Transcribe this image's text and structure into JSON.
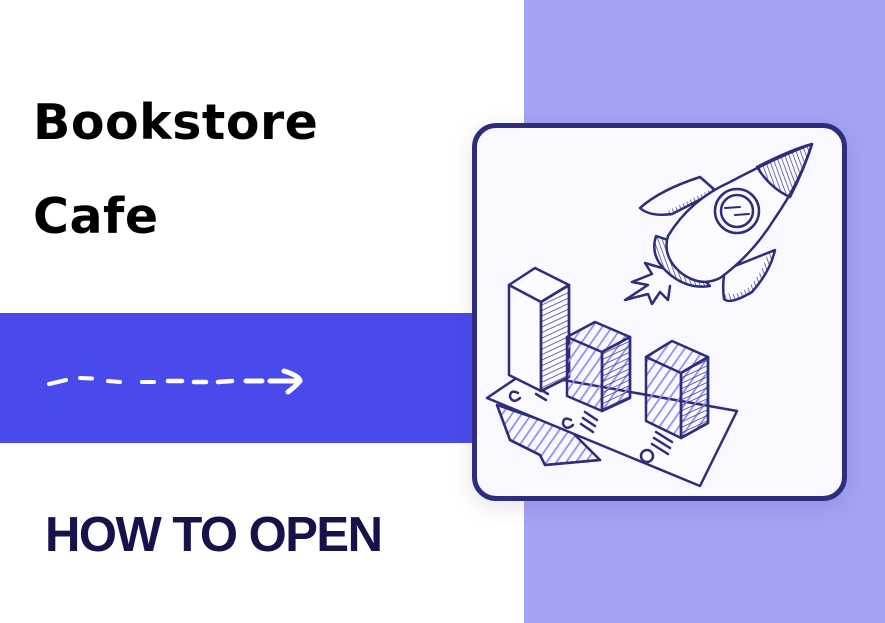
{
  "heading": {
    "line1": "Bookstore",
    "line2": "Cafe"
  },
  "subheading": "HOW TO OPEN",
  "decor": {
    "arrow_icon": "dashed-right-arrow",
    "illustration": "rocket-launch-over-bar-chart"
  },
  "colors": {
    "background": "#ffffff",
    "accent_blue": "#4a4aec",
    "panel_purple": "#a3a3f5",
    "ink_navy": "#2f2c7c",
    "subheading_navy": "#16124a",
    "hatch_fill": "#8f8ff2"
  }
}
